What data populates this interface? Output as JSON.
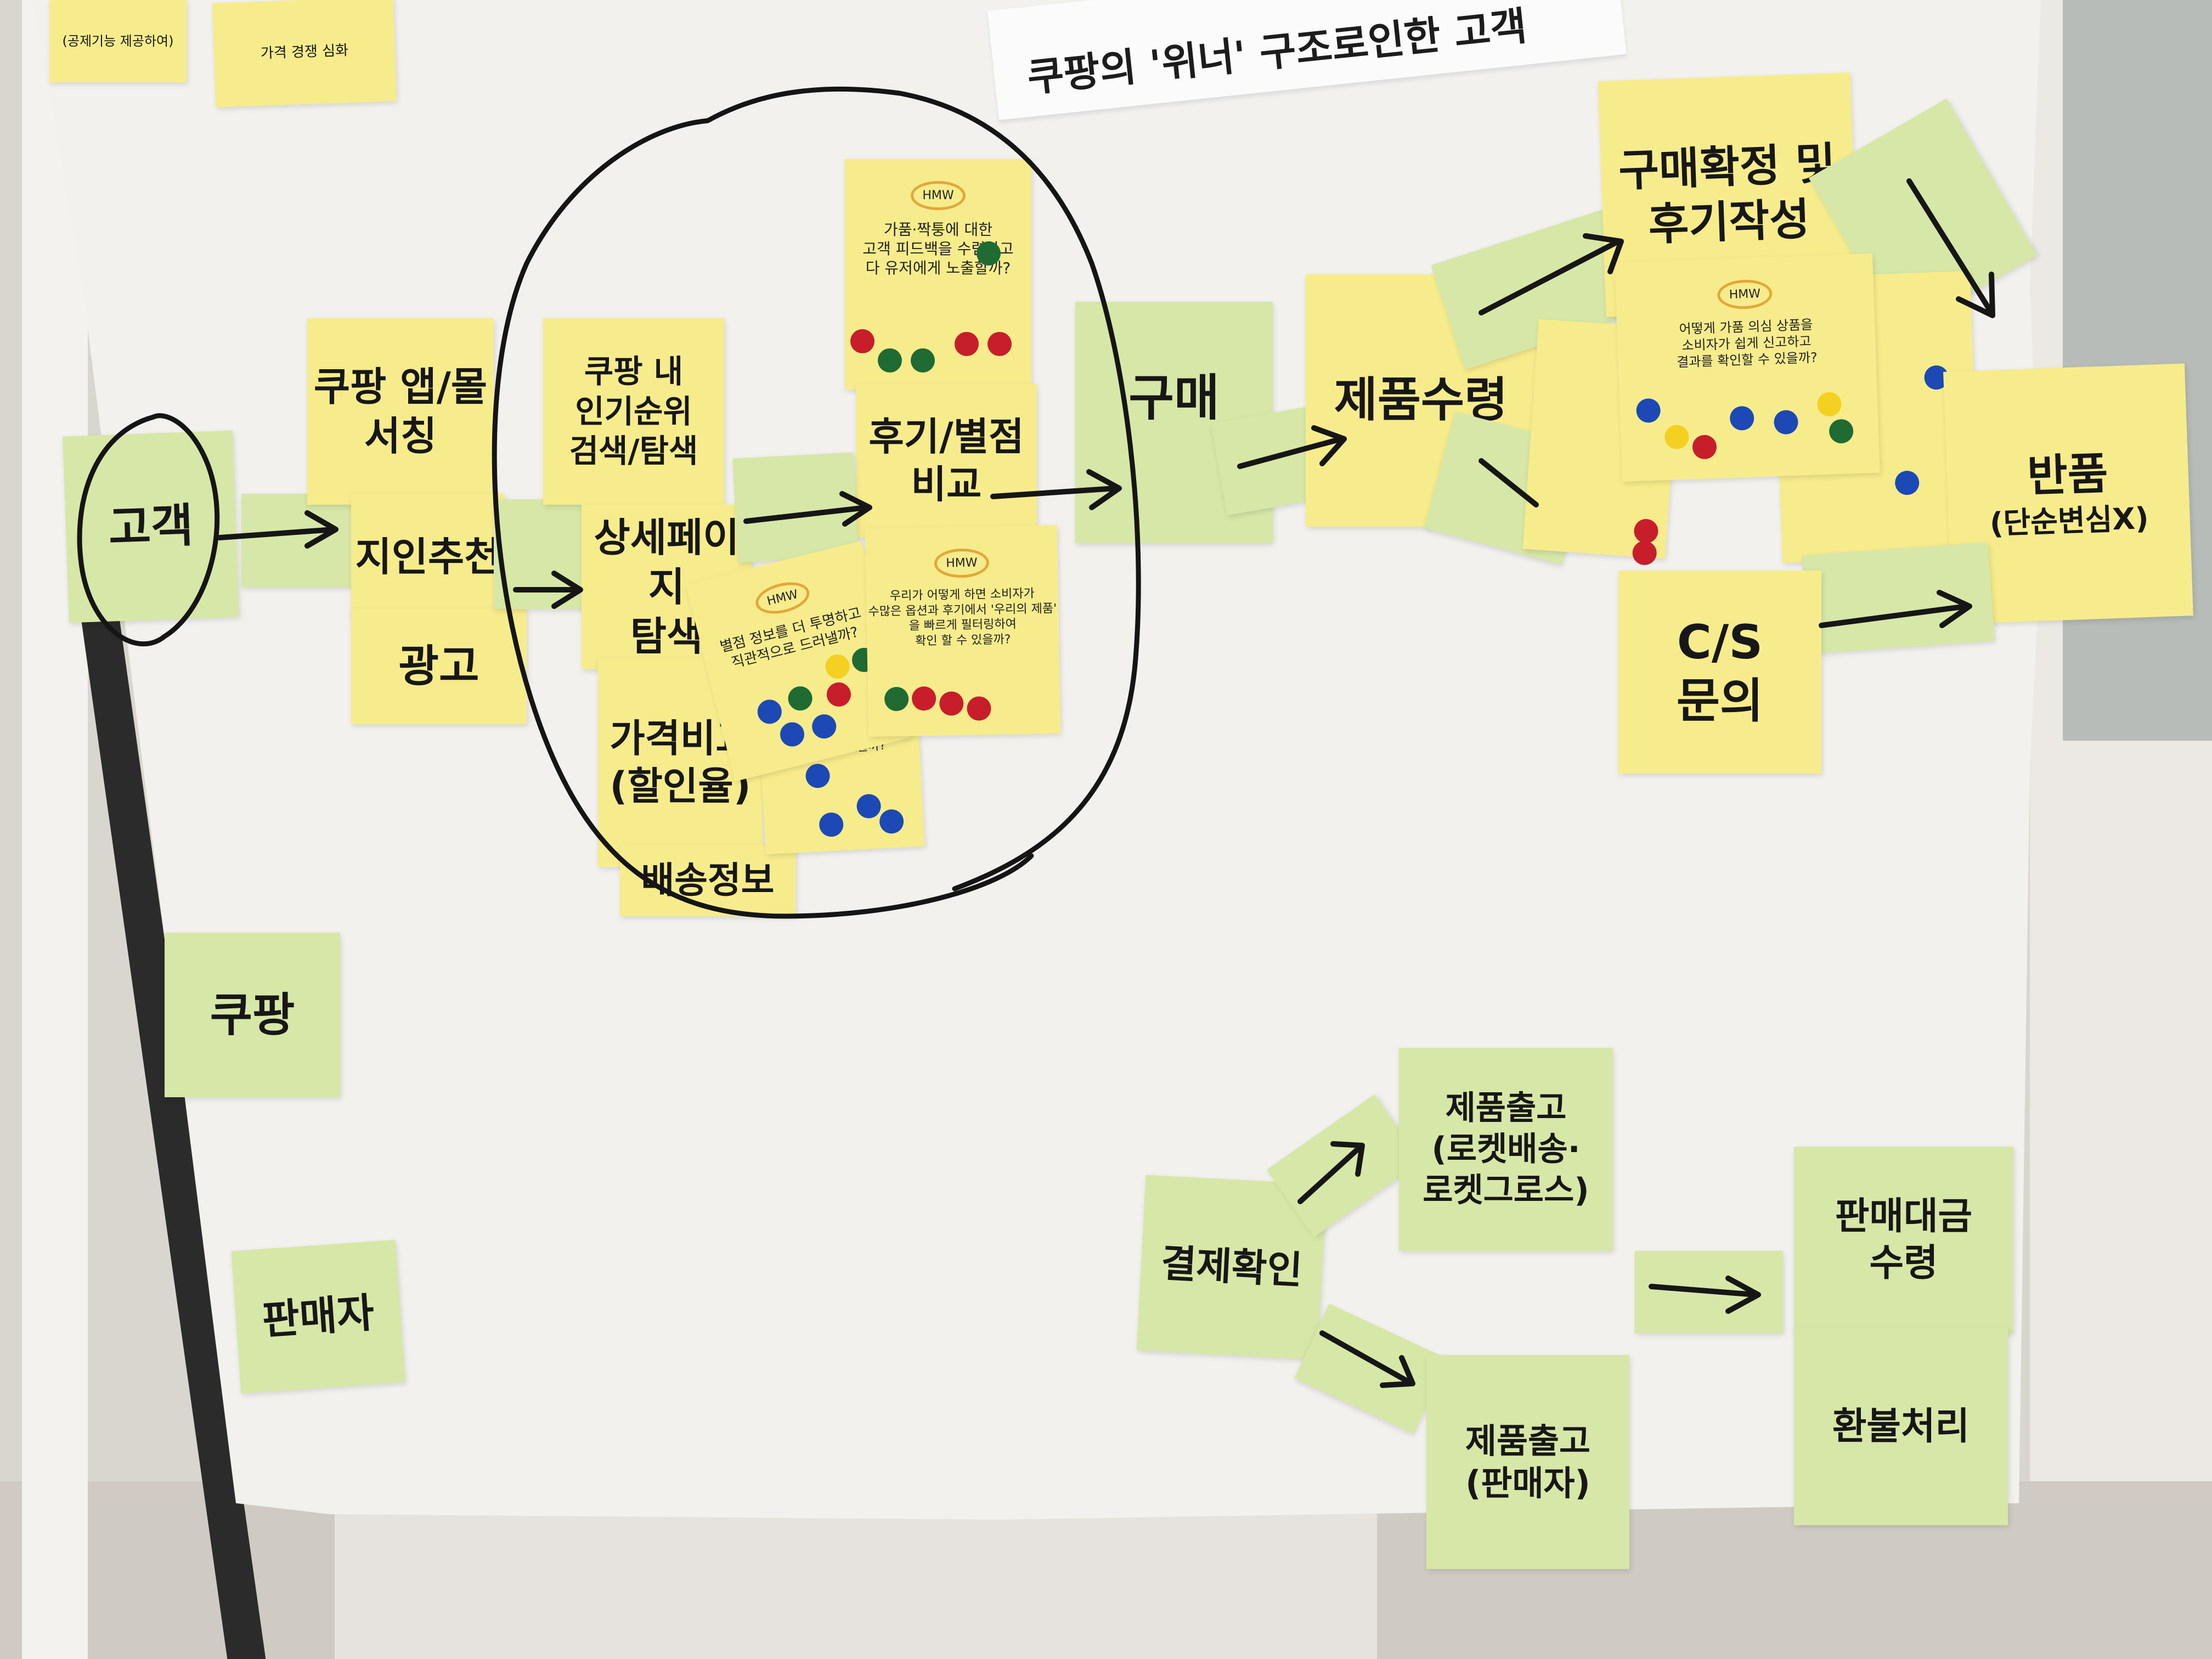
{
  "title": "쿠팡의 '위너' 구조로인한 고객",
  "notes": {
    "top_left_a": "(공제기능 제공하여)",
    "top_left_b": "가격 경쟁 심화",
    "customer": "고객",
    "app_search_1": "쿠팡 앱/몰",
    "app_search_2": "서칭",
    "referral": "지인추천",
    "ad": "광고",
    "ranking_1": "쿠팡 내",
    "ranking_2": "인기순위",
    "ranking_3": "검색/탐색",
    "detail_1": "상세페이지",
    "detail_2": "탐색",
    "price_1": "가격비교",
    "price_2": "(할인율)",
    "shipping": "배송정보",
    "hmw1_tag": "HMW",
    "hmw1_1": "가품·짝퉁에 대한",
    "hmw1_2": "고객 피드백을 수렴하고",
    "hmw1_3": "다 유저에게 노출할까?",
    "review_1": "후기/별점",
    "review_2": "비교",
    "hmw2_tag": "HMW",
    "hmw2_1": "별점 정보를 더 투명하고",
    "hmw2_2": "직관적으로 드러낼까?",
    "hmw3_tag": "HMW",
    "hmw3_1": "우리가 어떻게 하면 소비자가",
    "hmw3_2": "수많은 옵션과 후기에서 '우리의 제품'",
    "hmw3_3": "을 빠르게 필터링하여",
    "hmw3_4": "확인 할 수 있을까?",
    "hmw4": "도입할 수 있을까?",
    "purchase": "구매",
    "receive": "제품수령",
    "confirm_1": "구매확정 및",
    "confirm_2": "후기작성",
    "hmw5_tag": "HMW",
    "hmw5_1": "어떻게 가품 의심 상품을",
    "hmw5_2": "소비자가 쉽게 신고하고",
    "hmw5_3": "결과를 확인할 수 있을까?",
    "return_1": "반품",
    "return_2": "(단순변심X)",
    "cs_1": "C/S",
    "cs_2": "문의",
    "coupang": "쿠팡",
    "seller": "판매자",
    "payment": "결제확인",
    "release_1": "제품출고",
    "release_2": "(로켓배송·",
    "release_3": "로켓그로스)",
    "release_s1": "제품출고",
    "release_s2": "(판매자)",
    "settle_1": "판매대금",
    "settle_2": "수령",
    "refund": "환불처리"
  },
  "colors": {
    "yellow_note": "#f7ec8c",
    "green_note": "#d7e7a7",
    "paper": "#f2f1ee",
    "ink": "#161616",
    "dot_red": "#c81d2b",
    "dot_green": "#1f6b33",
    "dot_blue": "#1c49b6",
    "dot_yellow": "#f4d020"
  }
}
